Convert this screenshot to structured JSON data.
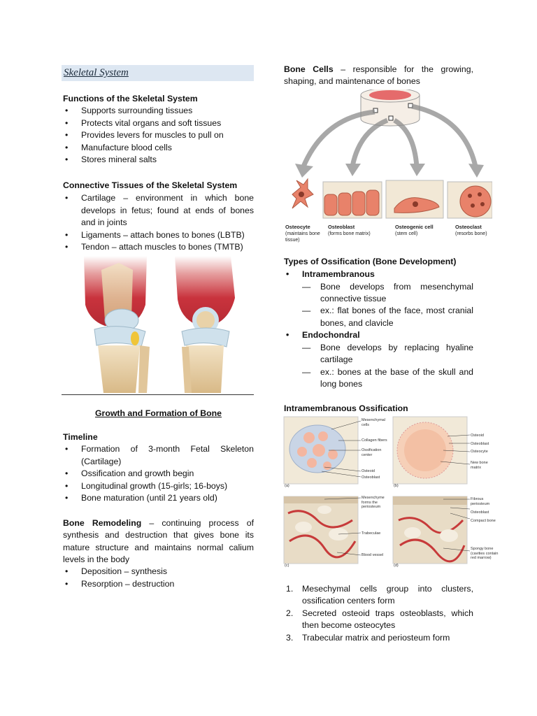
{
  "title": "Skeletal System",
  "functions": {
    "heading": "Functions of the Skeletal System",
    "items": [
      "Supports surrounding tissues",
      "Protects vital organs and soft tissues",
      "Provides levers for muscles to pull on",
      "Manufacture blood cells",
      "Stores mineral salts"
    ]
  },
  "connective": {
    "heading": "Connective Tissues of the Skeletal System",
    "items": [
      "Cartilage – environment in which bone develops in fetus; found at ends of bones and in joints",
      "Ligaments – attach bones to bones (LBTB)",
      "Tendon – attach muscles to bones (TMTB)"
    ]
  },
  "growth": {
    "heading": "Growth and Formation of Bone",
    "timeline_heading": "Timeline",
    "timeline": [
      "Formation of 3-month Fetal Skeleton (Cartilage)",
      "Ossification and growth begin",
      "Longitudinal growth (15-girls; 16-boys)",
      "Bone maturation (until 21 years old)"
    ],
    "remodeling_term": "Bone Remodeling",
    "remodeling_text": " – continuing process of synthesis and destruction that gives bone its mature structure and maintains normal calium levels in the body",
    "remodeling_items": [
      "Deposition – synthesis",
      "Resorption – destruction"
    ]
  },
  "bone_cells": {
    "term": "Bone Cells",
    "text": " – responsible for the growing, shaping, and maintenance of bones",
    "labels": [
      {
        "name": "Osteocyte",
        "desc": "(maintains bone tissue)"
      },
      {
        "name": "Osteoblast",
        "desc": "(forms bone matrix)"
      },
      {
        "name": "Osteogenic cell",
        "desc": "(stem cell)"
      },
      {
        "name": "Osteoclast",
        "desc": "(resorbs bone)"
      }
    ]
  },
  "ossification": {
    "heading": "Types of Ossification (Bone Development)",
    "types": [
      {
        "name": "Intramembranous",
        "points": [
          "Bone develops from mesenchymal connective tissue",
          "ex.: flat bones of the face, most cranial bones, and clavicle"
        ]
      },
      {
        "name": "Endochondral",
        "points": [
          "Bone develops by replacing hyaline cartilage",
          "ex.: bones at the base of the skull and long bones"
        ]
      }
    ]
  },
  "intra": {
    "heading": "Intramembranous Ossification",
    "fig_labels": {
      "a": [
        "Mesenchymal cells",
        "Collagen fibers",
        "Ossification center",
        "Osteoid",
        "Osteoblast"
      ],
      "b": [
        "Osteoid",
        "Osteoblast",
        "Osteocyte",
        "New bone matrix"
      ],
      "c": [
        "Mesenchyme forms the periosteum",
        "Trabeculae",
        "Blood vessel"
      ],
      "d": [
        "Fibrous periosteum",
        "Osteoblast",
        "Compact bone",
        "Spongy bone (cavities contain red marrow)"
      ],
      "panel_letters": [
        "(a)",
        "(b)",
        "(c)",
        "(d)"
      ]
    },
    "steps": [
      "Mesechymal cells group into clusters, ossification centers form",
      "Secreted osteoid traps osteoblasts, which then become osteocytes",
      "Trabecular matrix and periosteum form"
    ]
  },
  "colors": {
    "title_bg": "#dde7f2",
    "muscle": "#c9333d",
    "bone": "#e9d2a8",
    "cell": "#e8826a"
  }
}
